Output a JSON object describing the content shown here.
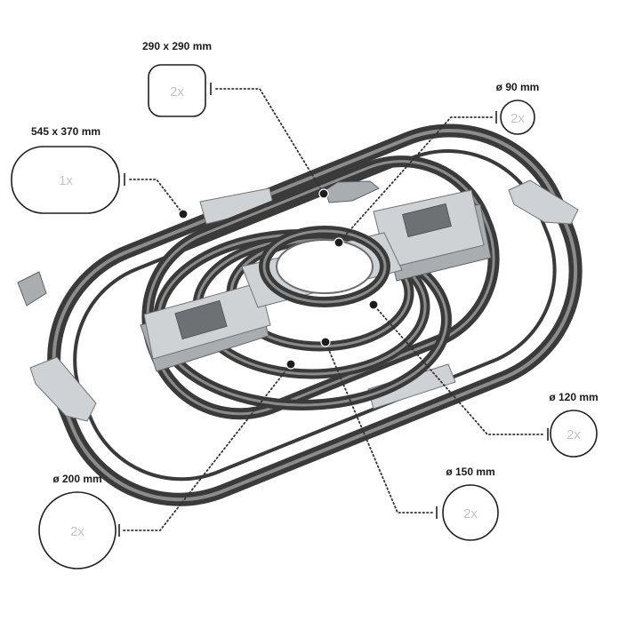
{
  "hoops": [
    {
      "id": "h290",
      "size": "290 x 290 mm",
      "count": "2x"
    },
    {
      "id": "h90",
      "size": "ø 90 mm",
      "count": "2x"
    },
    {
      "id": "h545",
      "size": "545 x 370 mm",
      "count": "1x"
    },
    {
      "id": "h120",
      "size": "ø 120 mm",
      "count": "2x"
    },
    {
      "id": "h150",
      "size": "ø 150 mm",
      "count": "2x"
    },
    {
      "id": "h200",
      "size": "ø 200 mm",
      "count": "2x"
    }
  ]
}
